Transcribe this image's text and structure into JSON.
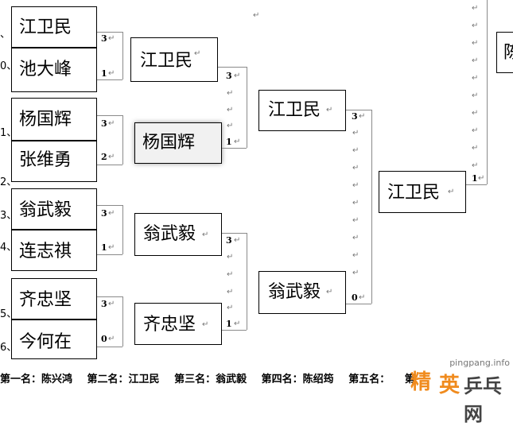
{
  "players": {
    "p1": "江卫民",
    "p2": "池大峰",
    "p3": "杨国辉",
    "p4": "张维勇",
    "p5": "翁武毅",
    "p6": "连志祺",
    "p7": "齐忠坚",
    "p8": "今何在"
  },
  "seeds": {
    "s1": "、",
    "s2": "0、",
    "s3": "1、",
    "s4": "2、",
    "s5": "3、",
    "s6": "4、",
    "s7": "5、",
    "s8": "6、"
  },
  "round1": {
    "m1": {
      "top": "3",
      "bottom": "1"
    },
    "m2": {
      "top": "3",
      "bottom": "2"
    },
    "m3": {
      "top": "3",
      "bottom": "1"
    },
    "m4": {
      "top": "3",
      "bottom": "0"
    }
  },
  "round2": {
    "w1": "江卫民",
    "w2": "杨国辉",
    "w3": "翁武毅",
    "w4": "齐忠坚",
    "m1": {
      "top": "3",
      "bottom": "1"
    },
    "m2": {
      "top": "3",
      "bottom": "1"
    }
  },
  "round3": {
    "w1": "江卫民",
    "w2": "翁武毅",
    "m1": {
      "top": "3",
      "bottom": "0"
    }
  },
  "round4": {
    "w1": "江卫民",
    "score": "1",
    "right_partial": "陈"
  },
  "para_mark": "↵",
  "footer": {
    "first": "第一名：陈兴鸿",
    "second": "第二名：江卫民",
    "third": "第三名：翁武毅",
    "fourth": "第四名：陈绍筠",
    "fifth": "第五名：",
    "trailing": "第"
  },
  "watermark": {
    "url": "pingpang.info",
    "logo_c1": "精",
    "logo_c2": "英",
    "logo_c3": "乒乓网"
  }
}
